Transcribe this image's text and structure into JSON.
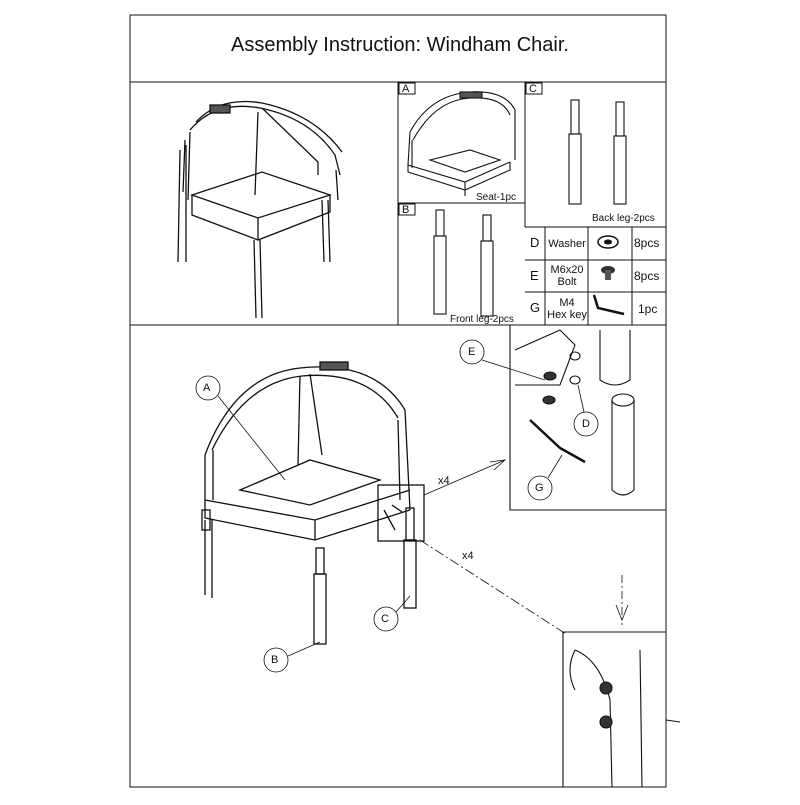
{
  "title": "Assembly Instruction: Windham Chair.",
  "panels": {
    "seat": {
      "letter": "A",
      "caption": "Seat-1pc"
    },
    "front_leg": {
      "letter": "B",
      "caption": "Front leg-2pcs"
    },
    "back_leg": {
      "letter": "C",
      "caption": "Back leg-2pcs"
    }
  },
  "hardware": [
    {
      "letter": "D",
      "name": "Washer",
      "qty": "8pcs"
    },
    {
      "letter": "E",
      "name_line1": "M6x20",
      "name_line2": "Bolt",
      "qty": "8pcs"
    },
    {
      "letter": "G",
      "name_line1": "M4",
      "name_line2": "Hex key",
      "qty": "1pc"
    }
  ],
  "callouts": {
    "A": "A",
    "B": "B",
    "C": "C",
    "D": "D",
    "E": "E",
    "G": "G",
    "mult1": "x4",
    "mult2": "x4"
  },
  "colors": {
    "line": "#111111",
    "light": "#9a9a9a"
  }
}
